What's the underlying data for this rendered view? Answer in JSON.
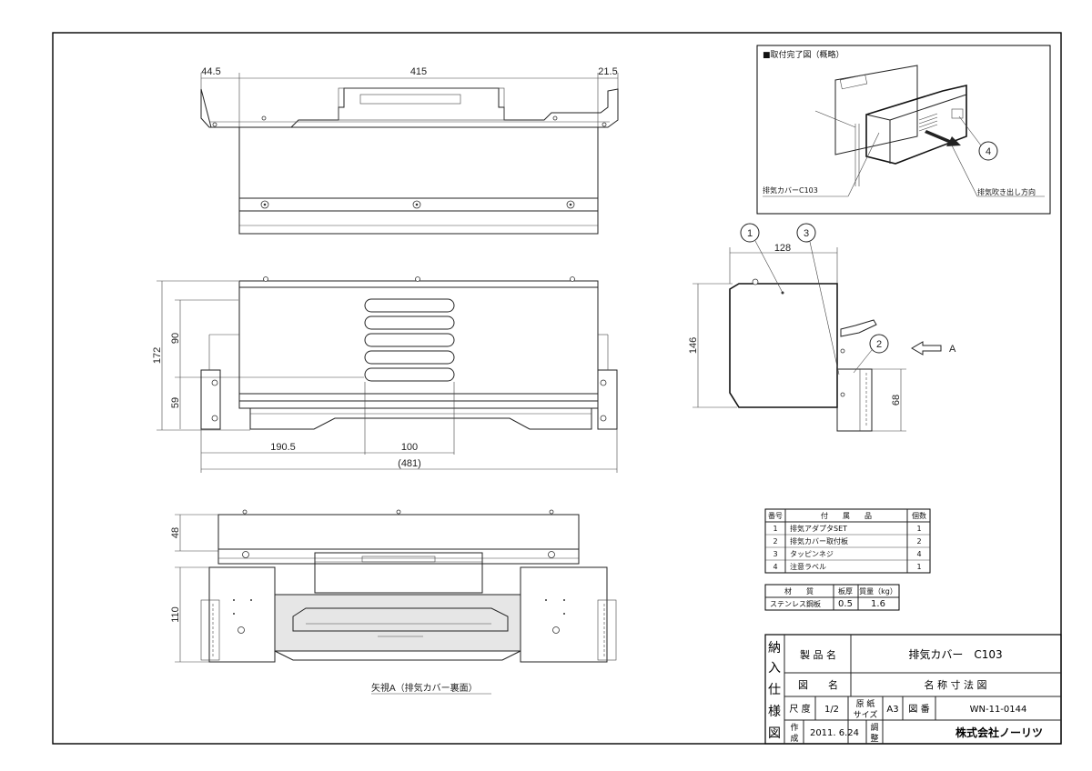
{
  "top_view": {
    "dims": [
      "44.5",
      "415",
      "21.5"
    ]
  },
  "front_view": {
    "dims_h": [
      "190.5",
      "100",
      "(481)"
    ],
    "dims_v": [
      "172",
      "90",
      "59"
    ]
  },
  "bottom_view": {
    "dims_v": [
      "48",
      "110"
    ],
    "caption": "矢視A（排気カバー裏面）"
  },
  "side_view": {
    "dims": [
      "128",
      "146",
      "68"
    ],
    "arrow_label": "A",
    "balloons": [
      "1",
      "3",
      "2"
    ]
  },
  "iso_view": {
    "title": "■取付完了図（概略）",
    "label_cover": "排気カバーC103",
    "label_direction": "排気吹き出し方向",
    "balloon": "4"
  },
  "parts_table": {
    "headers": [
      "番号",
      "付　　属　　品",
      "個数"
    ],
    "rows": [
      {
        "no": "1",
        "name": "排気アダプタSET",
        "qty": "1"
      },
      {
        "no": "2",
        "name": "排気カバー取付板",
        "qty": "2"
      },
      {
        "no": "3",
        "name": "タッピンネジ",
        "qty": "4"
      },
      {
        "no": "4",
        "name": "注意ラベル",
        "qty": "1"
      }
    ]
  },
  "material_table": {
    "headers": [
      "材　　質",
      "板厚",
      "質量（kg）"
    ],
    "row": {
      "material": "ステンレス鋼板",
      "thickness": "0.5",
      "mass": "1.6"
    }
  },
  "title_block": {
    "side_chars": [
      "納",
      "入",
      "仕",
      "様",
      "図"
    ],
    "product_label": "製 品 名",
    "product_name": "排気カバー　C103",
    "drawing_label": "図　　名",
    "drawing_name": "名 称 寸 法 図",
    "scale_label": "尺 度",
    "scale_value": "1/2",
    "paper_label_1": "原 紙",
    "paper_label_2": "サイズ",
    "paper_value": "A3",
    "number_label": "図 番",
    "number_value": "WN-11-0144",
    "made_label_1": "作",
    "made_label_2": "成",
    "made_date": "2011. 6.24",
    "adjust_label_1": "調",
    "adjust_label_2": "整",
    "company": "株式会社ノーリツ"
  }
}
